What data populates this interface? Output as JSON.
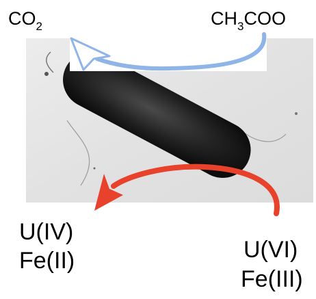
{
  "labels": {
    "co2_main": "CO",
    "co2_sub": "2",
    "acetate_a": "CH",
    "acetate_sub": "3",
    "acetate_b": "COO",
    "u_iv": "U(IV)",
    "fe_ii": "Fe(II)",
    "u_vi": "U(VI)",
    "fe_iii": "Fe(III)"
  },
  "colors": {
    "acetate_arrow": "#8fb4e8",
    "electron_arrow": "#e8412c",
    "micrograph_bg": "#e6e6e6",
    "cell": "#2a2a2a"
  }
}
